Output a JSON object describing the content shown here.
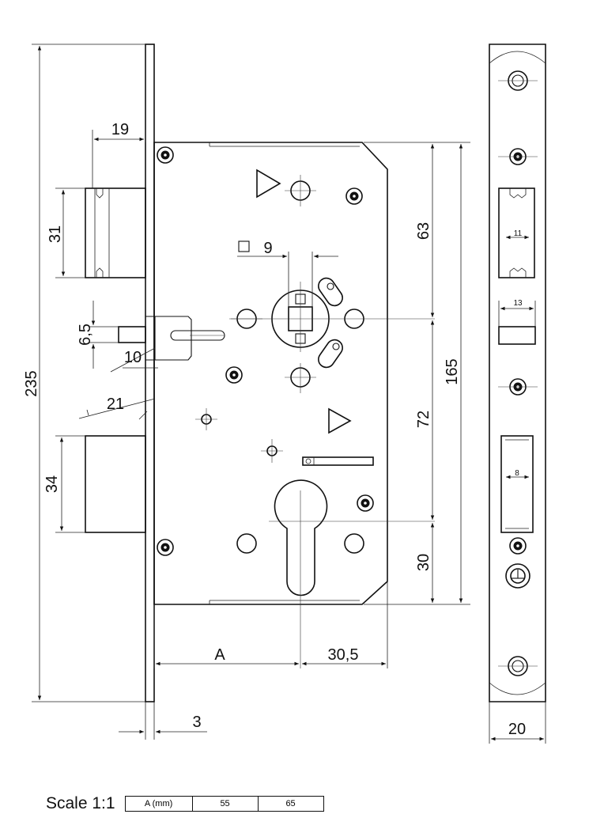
{
  "dimensions": {
    "d235": "235",
    "d19": "19",
    "d31": "31",
    "d6_5": "6,5",
    "d10": "10",
    "d21": "21",
    "d34": "34",
    "d9": "9",
    "d63": "63",
    "d165": "165",
    "d72": "72",
    "d30": "30",
    "dA": "A",
    "d30_5": "30,5",
    "d3": "3",
    "d20": "20",
    "d11": "11",
    "d13": "13",
    "d8": "8"
  },
  "scale": {
    "label": "Scale 1:1",
    "header": "A (mm)",
    "values": [
      "55",
      "65"
    ]
  }
}
